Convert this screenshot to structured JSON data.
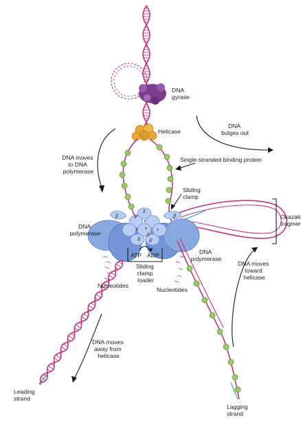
{
  "labels": {
    "dna_gyrase": [
      "DNA",
      "gyrase"
    ],
    "helicase": "Helicase",
    "dna_bulges_out": [
      "DNA",
      "bulges out"
    ],
    "dna_moves_to_polymerase": [
      "DNA moves",
      "to DNA",
      "polymerase"
    ],
    "ssb_protein": "Single-stranded binding protein",
    "sliding_clamp": [
      "Sliding",
      "clamp"
    ],
    "okazaki_fragment": [
      "Okazaki",
      "fragment"
    ],
    "dna_polymerase_left": [
      "DNA",
      "polymerase"
    ],
    "dna_polymerase_right": [
      "DNA",
      "polymerase"
    ],
    "atp": "ATP",
    "adp": "ADP",
    "sliding_clamp_loader": [
      "Sliding",
      "clamp",
      "loader"
    ],
    "nucleotides_left": "Nucleotides",
    "nucleotides_right": "Nucleotides",
    "dna_moves_toward_helicase": [
      "DNA moves",
      "toward",
      "helicase"
    ],
    "dna_moves_away_from_helicase": [
      "DNA moves",
      "away from",
      "helicase"
    ],
    "leading_strand": [
      "Leading",
      "strand"
    ],
    "lagging_strand": [
      "Lagging",
      "strand"
    ]
  },
  "subunits": {
    "beta_left": "β",
    "beta_right": "β",
    "psi": "ψ",
    "chi": "χ",
    "tau_top": "τ",
    "tau_left": "τ",
    "tau_mid": "τ",
    "tau_right": "τ",
    "gamma": "γ",
    "delta": "δ",
    "delta_prime": "δ'"
  },
  "colors": {
    "dna_strand": "#c2337a",
    "new_strand": "#4fa3d9",
    "polymerase": "#8aa8e0",
    "ssb": "#9cc86a",
    "helicase": "#e9a93a",
    "gyrase": "#7b3f8e"
  }
}
